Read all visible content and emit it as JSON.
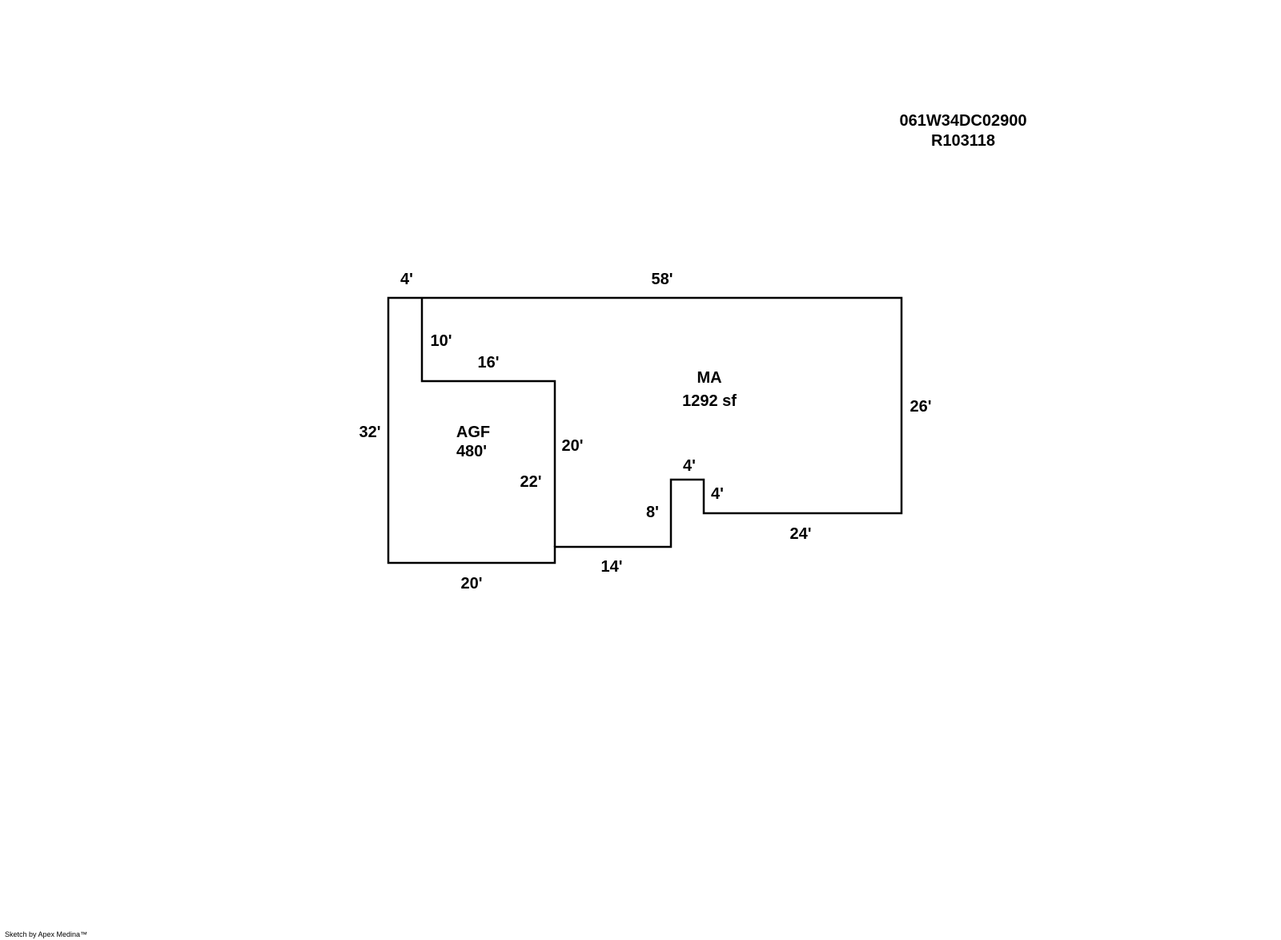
{
  "parcel": {
    "map_number": "061W34DC02900",
    "account_number": "R103118"
  },
  "areas": {
    "main": {
      "code": "MA",
      "size": "1292 sf"
    },
    "garage": {
      "code": "AGF",
      "size": "480'"
    }
  },
  "dimensions": {
    "top_left": "4'",
    "top": "58'",
    "inner_vertical": "10'",
    "inner_horizontal": "16'",
    "left": "32'",
    "garage_right_upper": "20'",
    "garage_right_lower": "22'",
    "right": "26'",
    "bump_top": "4'",
    "bump_right": "4'",
    "bump_left": "8'",
    "bottom_right": "24'",
    "bottom_middle": "14'",
    "bottom_left": "20'"
  },
  "credit": "Sketch by Apex Medina™",
  "colors": {
    "line": "#000000",
    "background": "#ffffff"
  }
}
